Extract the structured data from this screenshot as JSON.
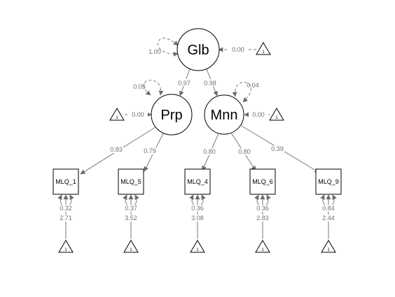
{
  "colors": {
    "edge": "#7a7a7a",
    "label": "#707070",
    "node_stroke": "#000000",
    "background": "#ffffff"
  },
  "nodes": {
    "glb": "Glb",
    "prp": "Prp",
    "mnn": "Mnn",
    "mlq1": "MLQ_1",
    "mlq5": "MLQ_5",
    "mlq4": "MLQ_4",
    "mlq6": "MLQ_6",
    "mlq9": "MLQ_9",
    "intercept": "1"
  },
  "labels": {
    "glb_variance": "1.00",
    "glb_intercept": "0.00",
    "glb_prp": "0.97",
    "glb_mnn": "0.98",
    "prp_variance": "0.05",
    "mnn_variance": "0.04",
    "prp_intercept": "0.00",
    "mnn_intercept": "0.00",
    "prp_mlq1": "0.83",
    "prp_mlq5": "0.79",
    "mnn_mlq4": "0.80",
    "mnn_mlq6": "0.80",
    "mnn_mlq9": "0.39",
    "mlq1_variance": "0.32",
    "mlq5_variance": "0.37",
    "mlq4_variance": "0.36",
    "mlq6_variance": "0.36",
    "mlq9_variance": "0.84",
    "mlq1_intercept": "2.71",
    "mlq5_intercept": "3.52",
    "mlq4_intercept": "3.08",
    "mlq6_intercept": "2.83",
    "mlq9_intercept": "2.44"
  }
}
